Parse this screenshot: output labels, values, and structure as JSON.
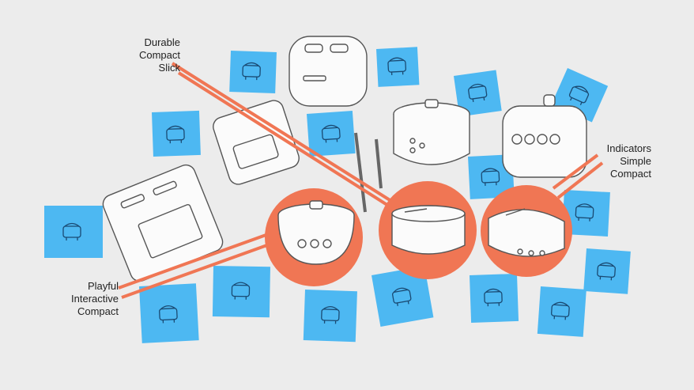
{
  "labels": {
    "durable": [
      "Durable",
      "Compact",
      "Slick"
    ],
    "indicators": [
      "Indicators",
      "Simple",
      "Compact"
    ],
    "playful": [
      "Playful",
      "Interactive",
      "Compact"
    ]
  },
  "colors": {
    "background": "#ececec",
    "sticky_note": "#4db8f2",
    "highlight": "#f07654",
    "line": "#f07654",
    "sketch_stroke": "#555555"
  }
}
